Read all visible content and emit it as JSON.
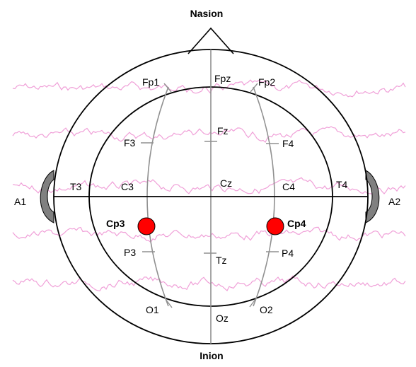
{
  "title_top": "Nasion",
  "title_bottom": "Inion",
  "ears": {
    "left": "A1",
    "right": "A2"
  },
  "electrodes": {
    "fp1": "Fp1",
    "fpz": "Fpz",
    "fp2": "Fp2",
    "f3": "F3",
    "fz": "Fz",
    "f4": "F4",
    "t3": "T3",
    "c3": "C3",
    "cz": "Cz",
    "c4": "C4",
    "t4": "T4",
    "cp3": "Cp3",
    "cp4": "Cp4",
    "p3": "P3",
    "tz": "Tz",
    "p4": "P4",
    "o1": "O1",
    "oz": "Oz",
    "o2": "O2"
  },
  "highlighted": [
    "Cp3",
    "Cp4"
  ],
  "colors": {
    "eeg_trace": "#f0a0d8",
    "highlight": "#ff0000",
    "ear": "#808080",
    "meridian": "#909090",
    "outline": "#000000"
  }
}
